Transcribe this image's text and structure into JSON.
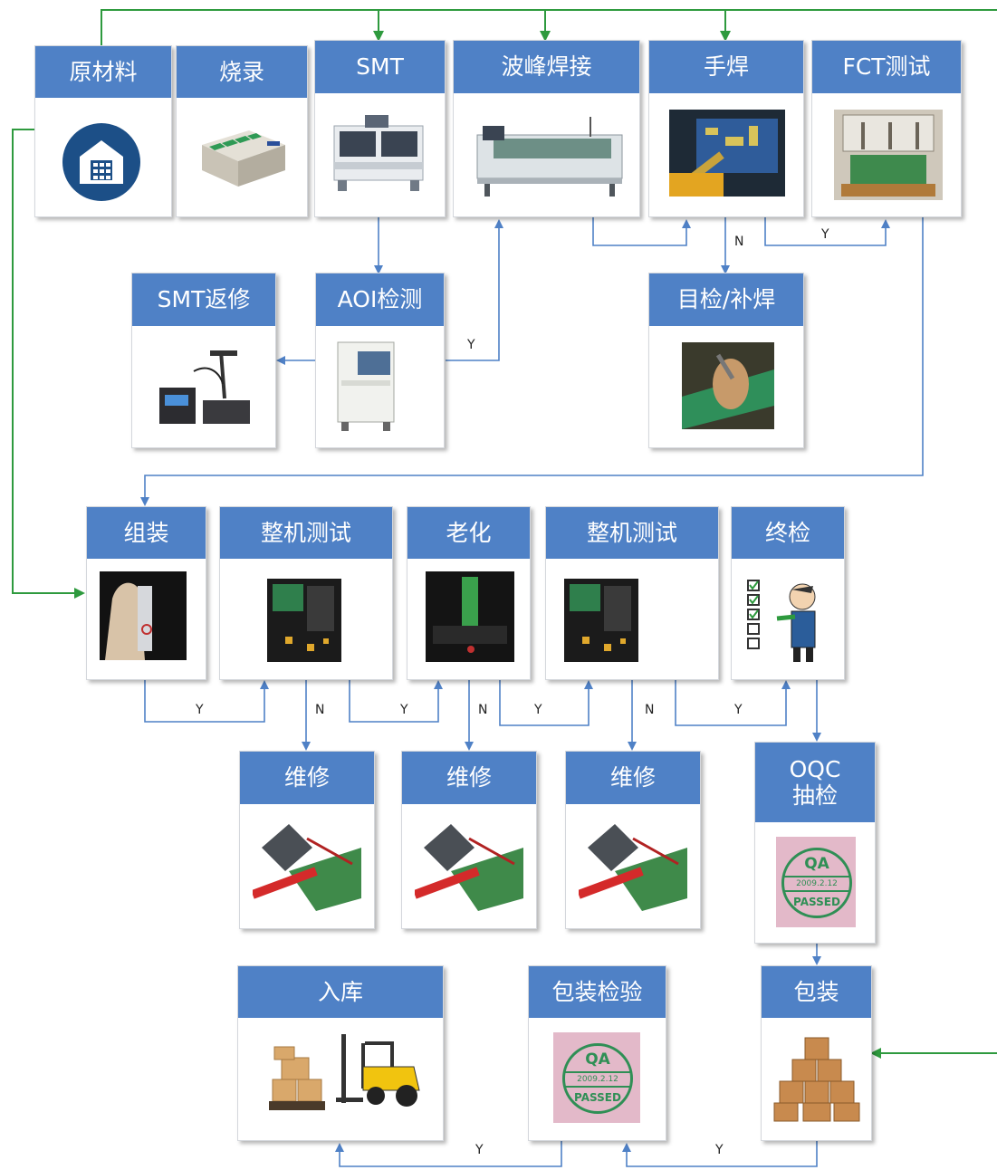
{
  "nodes": {
    "raw": "原材料",
    "burn": "烧录",
    "smt": "SMT",
    "wave": "波峰焊接",
    "hand": "手焊",
    "fct": "FCT测试",
    "smt_rework": "SMT返修",
    "aoi": "AOI检测",
    "visual": "目检/补焊",
    "assembly": "组装",
    "test1": "整机测试",
    "aging": "老化",
    "test2": "整机测试",
    "final": "终检",
    "repair1": "维修",
    "repair2": "维修",
    "repair3": "维修",
    "oqc": "OQC 抽检",
    "storage": "入库",
    "pack_inspect": "包装检验",
    "pack": "包装"
  },
  "stamp": {
    "top": "QA",
    "date": "2009.2.12",
    "bottom": "PASSED"
  },
  "edge_labels": {
    "aoi_wave": "Y",
    "hand_visual": "N",
    "hand_fct": "Y",
    "asm_test1": "Y",
    "test1_repair": "N",
    "test1_aging": "Y",
    "aging_repair": "N",
    "aging_test2": "Y",
    "test2_repair": "N",
    "test2_final": "Y",
    "inspect_storage": "Y",
    "pack_inspect": "Y"
  },
  "colors": {
    "header": "#4f81c6",
    "flow_arrow": "#4f81c6",
    "material_arrow": "#2e9a3e",
    "stamp_ink": "#2f8f55",
    "stamp_bg": "#e3b9c9"
  }
}
